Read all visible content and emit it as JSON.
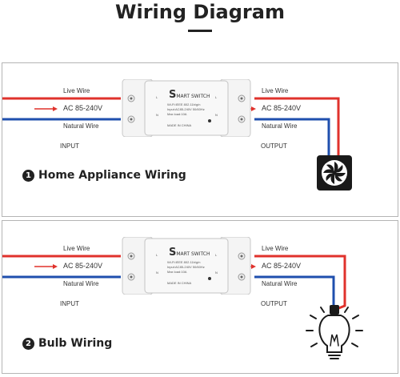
{
  "header": {
    "title": "Wiring Diagram"
  },
  "panels": [
    {
      "live_label": "Live Wire",
      "ac_label": "AC 85-240V",
      "neutral_label": "Natural Wire",
      "live_label_out": "Live Wire",
      "ac_label_out": "AC 85-240V",
      "neutral_label_out": "Natural Wire",
      "input_label": "INPUT",
      "output_label": "OUTPUT",
      "number": "1",
      "title": "Home Appliance Wiring",
      "device": "fan-icon"
    },
    {
      "live_label": "Live Wire",
      "ac_label": "AC 85-240V",
      "neutral_label": "Natural Wire",
      "live_label_out": "Live Wire",
      "ac_label_out": "AC 85-240V",
      "neutral_label_out": "Natural Wire",
      "input_label": "INPUT",
      "output_label": "OUTPUT",
      "number": "2",
      "title": "Bulb Wiring",
      "device": "light-bulb-icon"
    }
  ],
  "switch": {
    "brand_s": "S",
    "brand_rest": "MART SWITCH",
    "spec_line1": "Wi-Fi:IEEE 802.11b/g/n",
    "spec_line2": "Input:AC85-240V 50/60Hz",
    "spec_line3": "Max load:10A",
    "made_in": "MADE IN CHINA",
    "terminal_left_l": "L",
    "terminal_left_n": "N",
    "terminal_right_l": "L",
    "terminal_right_n": "N"
  },
  "colors": {
    "live": "#e0322c",
    "neutral": "#1f4fae",
    "arrow": "#e0322c"
  }
}
